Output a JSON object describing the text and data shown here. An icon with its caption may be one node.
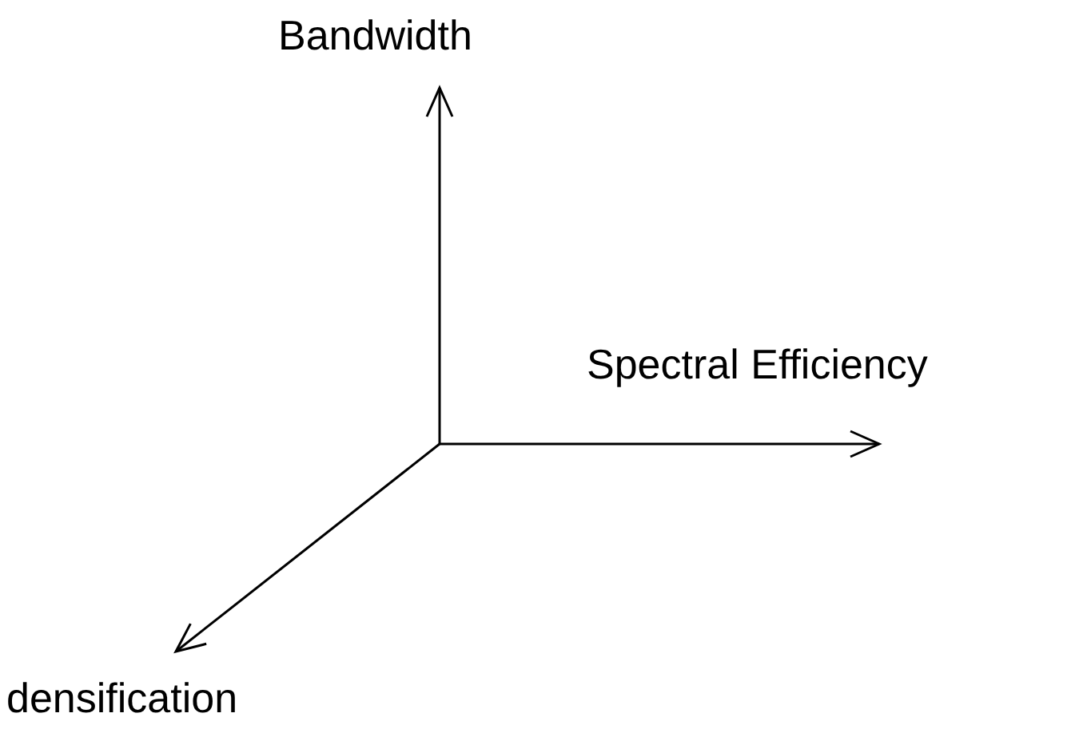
{
  "diagram": {
    "labels": [
      "Bandwidth",
      "Spectral Efficiency",
      "densification"
    ]
  }
}
